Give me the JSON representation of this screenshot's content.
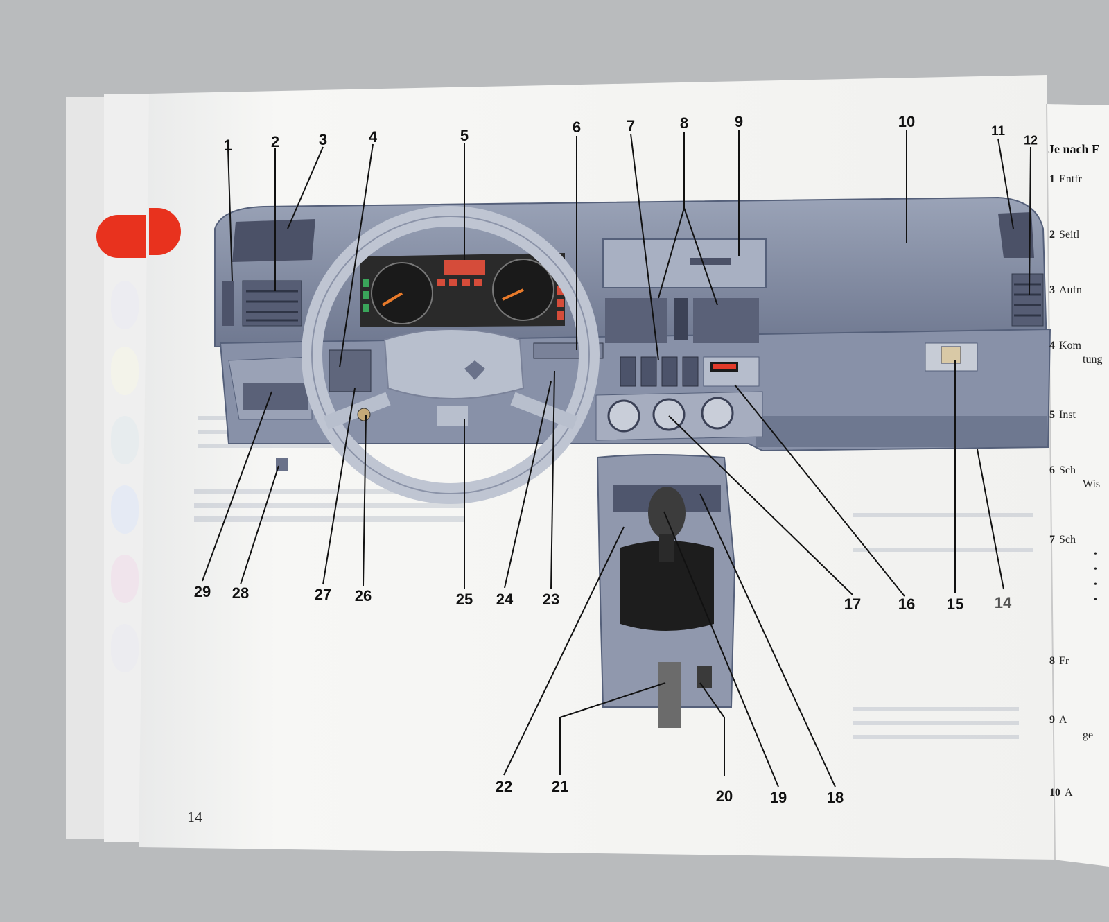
{
  "page": {
    "number": "14"
  },
  "callouts": [
    "1",
    "2",
    "3",
    "4",
    "5",
    "6",
    "7",
    "8",
    "9",
    "10",
    "11",
    "12",
    "14",
    "15",
    "16",
    "17",
    "18",
    "19",
    "20",
    "21",
    "22",
    "23",
    "24",
    "25",
    "26",
    "27",
    "28",
    "29"
  ],
  "right_page": {
    "header": "Je nach F",
    "items": [
      {
        "num": "1",
        "text": "Entfr"
      },
      {
        "num": "2",
        "text": "Seitl"
      },
      {
        "num": "3",
        "text": "Aufn"
      },
      {
        "num": "4",
        "text": "Kom",
        "cont": "tung"
      },
      {
        "num": "5",
        "text": "Inst"
      },
      {
        "num": "6",
        "text": "Sch",
        "cont": "Wis"
      },
      {
        "num": "7",
        "text": "Sch"
      },
      {
        "num": "8",
        "text": "Fr"
      },
      {
        "num": "9",
        "text": "A",
        "cont": "ge"
      },
      {
        "num": "10",
        "text": "A"
      }
    ]
  },
  "colors": {
    "page": "#f4f4f2",
    "dashboard": "#8e97ad",
    "tab_red": "#e8321e",
    "background": "#b9bbbd"
  }
}
